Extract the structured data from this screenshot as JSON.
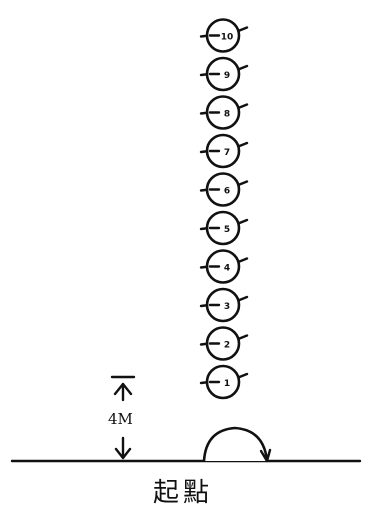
{
  "diagram": {
    "start_label": "起點",
    "distance_label": "4M",
    "formation_numbers": [
      "1",
      "2",
      "3",
      "4",
      "5",
      "6",
      "7",
      "8",
      "9",
      "10"
    ],
    "ink_color": "#111111",
    "background_color": "#ffffff"
  }
}
